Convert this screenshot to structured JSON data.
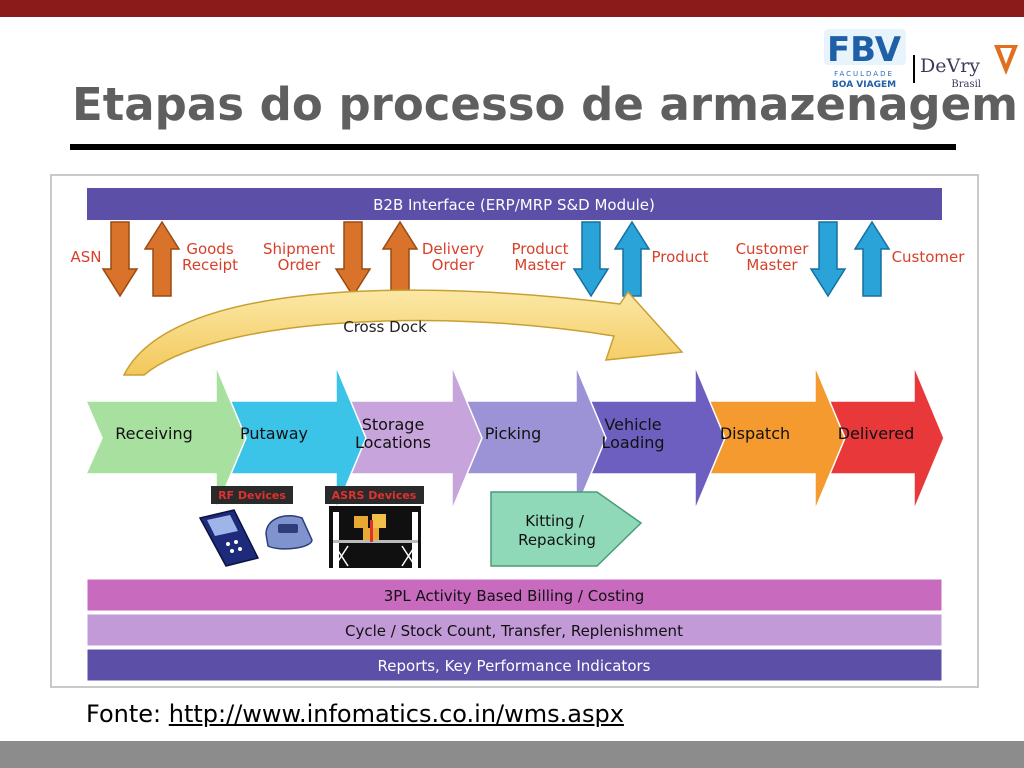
{
  "slide": {
    "title": "Etapas do processo de armazenagem",
    "source_prefix": "Fonte:",
    "source_link": "http://www.infomatics.co.in/wms.aspx"
  },
  "logos": {
    "fbv_mark": "FBV",
    "fbv_line1": "FACULDADE",
    "fbv_line2": "BOA VIAGEM",
    "devry_name": "DeVry",
    "devry_country": "Brasil"
  },
  "colors": {
    "top_bar": "#8b1a1a",
    "bottom_bar": "#8c8c8c",
    "title_text": "#5f5f5f",
    "b2b_bar": "#5b4fa8",
    "orange_arrow": "#d9722b",
    "blue_arrow": "#2aa3d8"
  },
  "diagram": {
    "b2b_interface": "B2B Interface (ERP/MRP S&D Module)",
    "interface_labels": [
      {
        "text": "ASN"
      },
      {
        "text": "Goods\nReceipt"
      },
      {
        "text": "Shipment\nOrder"
      },
      {
        "text": "Delivery\nOrder"
      },
      {
        "text": "Product\nMaster"
      },
      {
        "text": "Product"
      },
      {
        "text": "Customer\nMaster"
      },
      {
        "text": "Customer"
      }
    ],
    "interface_arrows": [
      {
        "direction": "down",
        "color": "orange"
      },
      {
        "direction": "up",
        "color": "orange"
      },
      {
        "direction": "down",
        "color": "orange"
      },
      {
        "direction": "up",
        "color": "orange"
      },
      {
        "direction": "down",
        "color": "blue"
      },
      {
        "direction": "up",
        "color": "blue"
      },
      {
        "direction": "down",
        "color": "blue"
      },
      {
        "direction": "up",
        "color": "blue"
      }
    ],
    "cross_dock": "Cross Dock",
    "process_steps": [
      {
        "label": "Receiving",
        "color": "#a8e0a0"
      },
      {
        "label": "Putaway",
        "color": "#3cc3e8"
      },
      {
        "label": "Storage\nLocations",
        "color": "#c7a4dc"
      },
      {
        "label": "Picking",
        "color": "#9b93d6"
      },
      {
        "label": "Vehicle\nLoading",
        "color": "#6d5fbf"
      },
      {
        "label": "Dispatch",
        "color": "#f49a2e"
      },
      {
        "label": "Delivered",
        "color": "#e8383a"
      }
    ],
    "devices": [
      {
        "label": "RF Devices"
      },
      {
        "label": "ASRS Devices"
      }
    ],
    "kitting": "Kitting /\nRepacking",
    "bottom_bars": [
      {
        "label": "3PL Activity Based Billing / Costing",
        "color": "#c86bbf"
      },
      {
        "label": "Cycle / Stock Count, Transfer, Replenishment",
        "color": "#c39ad8"
      },
      {
        "label": "Reports, Key Performance Indicators",
        "color": "#5b4fa8"
      }
    ]
  }
}
